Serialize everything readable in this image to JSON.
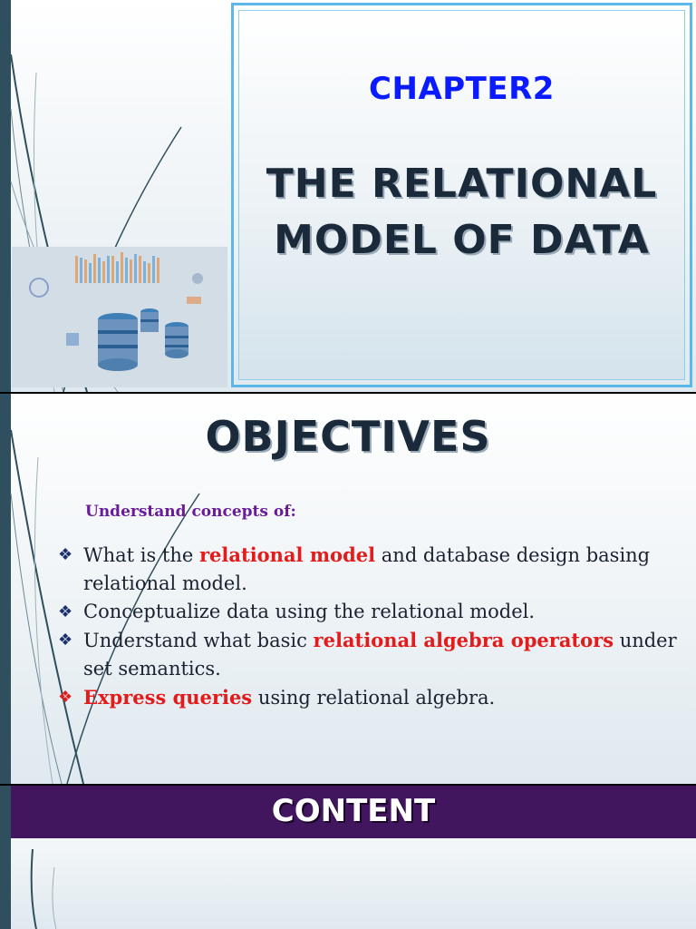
{
  "slide1": {
    "chapter_label": "CHAPTER2",
    "title_line1": "THE RELATIONAL",
    "title_line2": "MODEL OF DATA"
  },
  "slide2": {
    "heading": "OBJECTIVES",
    "subtitle": "Understand concepts of:",
    "items": [
      {
        "before": "What is the ",
        "highlight": "relational model",
        "after": " and database design basing relational model."
      },
      {
        "before": "Conceptualize data using the relational model.",
        "highlight": "",
        "after": ""
      },
      {
        "before": "Understand what basic ",
        "highlight": "relational algebra operators",
        "after": " under set semantics."
      },
      {
        "before": "",
        "highlight": "Express queries",
        "after": " using relational algebra."
      }
    ]
  },
  "slide3": {
    "heading": "CONTENT"
  },
  "colors": {
    "chapter_blue": "#0a1cff",
    "highlight_red": "#e41b1b",
    "subtitle_purple": "#6a1b9a",
    "content_bar": "#42165e",
    "frame_blue": "#5bb8e8"
  }
}
